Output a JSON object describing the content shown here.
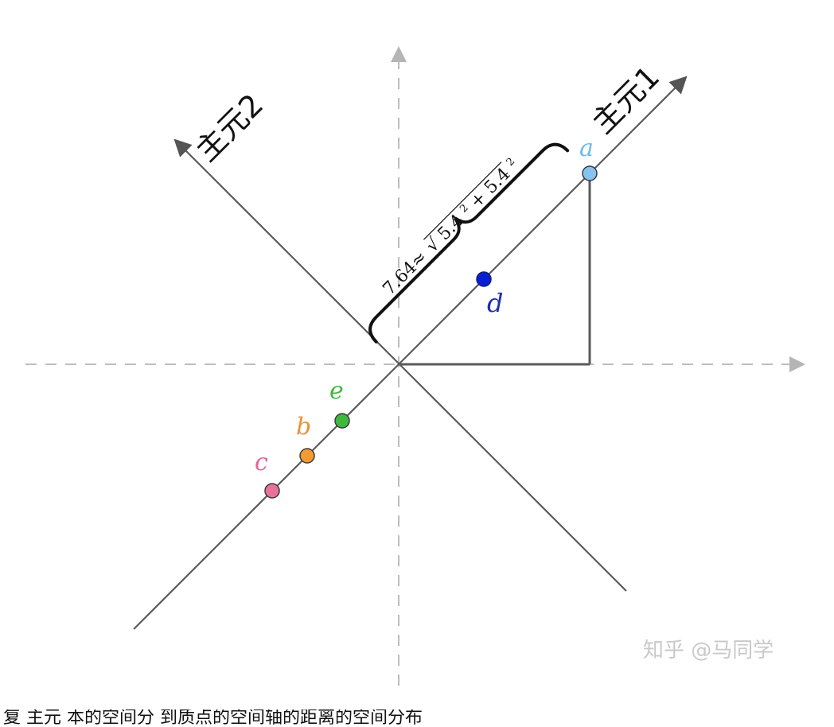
{
  "axis_labels": {
    "pc1": "主元1",
    "pc2": "主元2"
  },
  "points": {
    "a": {
      "label": "a",
      "color": "#87c3ef"
    },
    "b": {
      "label": "b",
      "color": "#f29a33"
    },
    "c": {
      "label": "c",
      "color": "#e9719a"
    },
    "d": {
      "label": "d",
      "color": "#0a1fd0"
    },
    "e": {
      "label": "e",
      "color": "#3fb83f"
    }
  },
  "label_colors": {
    "a": "#6fb9ea",
    "b": "#e8943a",
    "c": "#e2659a",
    "d": "#1f2fb0",
    "e": "#3fb83f"
  },
  "brace_formula": {
    "lhs": "7.64≈",
    "radicand_a": "5.4",
    "plus": "+",
    "radicand_b": "5.4",
    "exp": "2"
  },
  "watermark": "知乎 @马同学",
  "caption": "复 主元 本的空间分 到质点的空间轴的距离的空间分布"
}
